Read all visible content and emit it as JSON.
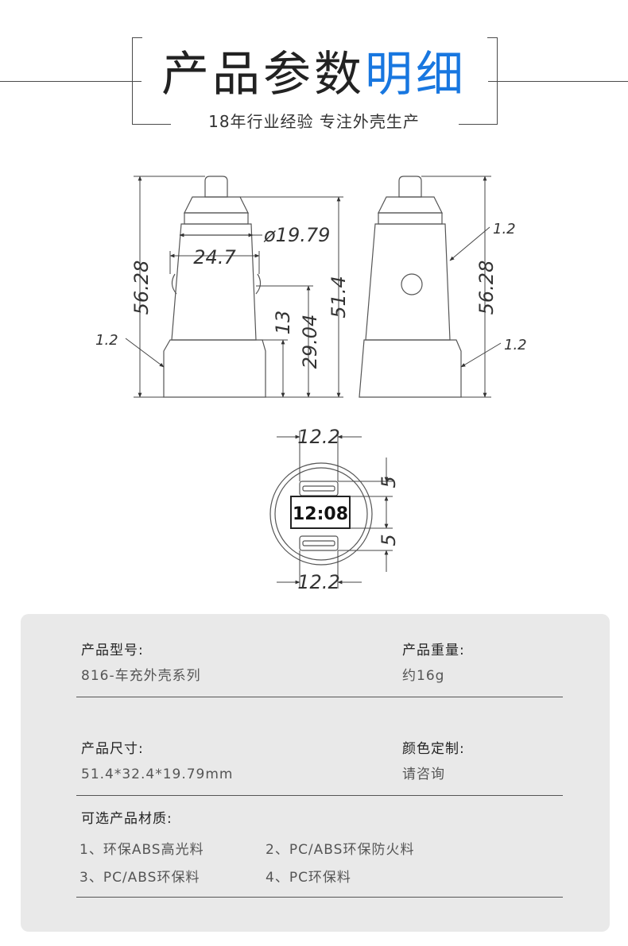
{
  "header": {
    "title_main": "产品参数",
    "title_highlight": "明细",
    "subtitle": "18年行业经验 专注外壳生产"
  },
  "drawing": {
    "side_view": {
      "height_total": "56.28",
      "diameter": "ø19.79",
      "width": "24.7",
      "height_body": "51.4",
      "height_base": "13",
      "height_lower": "29.04",
      "chamfer": "1.2"
    },
    "back_view": {
      "height_total": "56.28",
      "chamfer_top": "1.2",
      "chamfer_bottom": "1.2"
    },
    "top_view": {
      "port_width_top": "12.2",
      "port_width_bottom": "12.2",
      "gap_top": "5",
      "gap_bottom": "5",
      "display": "12:08"
    }
  },
  "specs": {
    "model_label": "产品型号:",
    "model_value": "816-车充外壳系列",
    "weight_label": "产品重量:",
    "weight_value": "约16g",
    "size_label": "产品尺寸:",
    "size_value": "51.4*32.4*19.79mm",
    "color_label": "颜色定制:",
    "color_value": "请咨询",
    "materials_label": "可选产品材质:",
    "materials": [
      "1、环保ABS高光料",
      "2、PC/ABS环保防火料",
      "3、PC/ABS环保料",
      "4、PC环保料"
    ]
  }
}
